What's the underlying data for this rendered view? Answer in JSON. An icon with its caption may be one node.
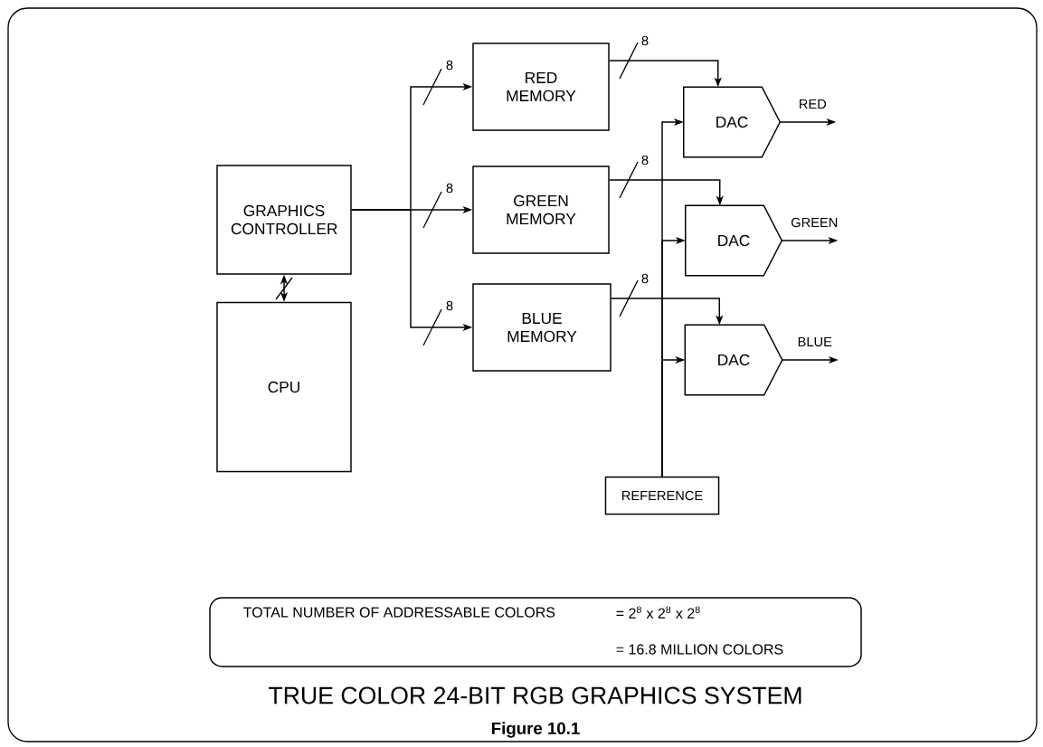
{
  "diagram": {
    "title": "TRUE COLOR 24-BIT RGB GRAPHICS SYSTEM",
    "caption": "Figure 10.1",
    "nodes": [
      {
        "text": [
          "GRAPHICS CONTROLLER"
        ]
      },
      {
        "text": [
          "CPU"
        ]
      },
      {
        "text": [
          "RED MEMORY"
        ]
      },
      {
        "text": [
          "GREEN MEMORY"
        ]
      },
      {
        "text": [
          "BLUE MEMORY"
        ]
      },
      {
        "text": [
          "DAC"
        ]
      },
      {
        "text": [
          "DAC"
        ]
      },
      {
        "text": [
          "DAC"
        ]
      },
      {
        "text": [
          "REFERENCE"
        ]
      },
      {
        "text": [
          "TOTAL NUMBER OF ADDRESSABLE COLORS",
          "= 2$^{8}$ x 2$^{8}$ x 2$^{8}$",
          "= 16.8 MILLION COLORS"
        ]
      }
    ],
    "edges": [
      {
        "from": 0,
        "to": 2,
        "arrow": "to",
        "label": "8"
      },
      {
        "from": 0,
        "to": 3,
        "arrow": "to",
        "label": "8"
      },
      {
        "from": 0,
        "to": 4,
        "arrow": "to",
        "label": "8"
      },
      {
        "from": 0,
        "to": 1,
        "arrow": "both"
      },
      {
        "from": 2,
        "to": 5,
        "arrow": "to",
        "label": "8"
      },
      {
        "from": 3,
        "to": 6,
        "arrow": "to",
        "label": "8"
      },
      {
        "from": 4,
        "to": 7,
        "arrow": "to",
        "label": "8"
      },
      {
        "from": 8,
        "to": 5,
        "arrow": "to"
      },
      {
        "from": 8,
        "to": 6,
        "arrow": "to"
      },
      {
        "from": 8,
        "to": 7,
        "arrow": "to"
      },
      {
        "from": 5,
        "to": null,
        "arrow": "to",
        "label": "RED"
      },
      {
        "from": 6,
        "to": null,
        "arrow": "to",
        "label": "GREEN"
      },
      {
        "from": 7,
        "to": null,
        "arrow": "to",
        "label": "BLUE"
      }
    ]
  }
}
